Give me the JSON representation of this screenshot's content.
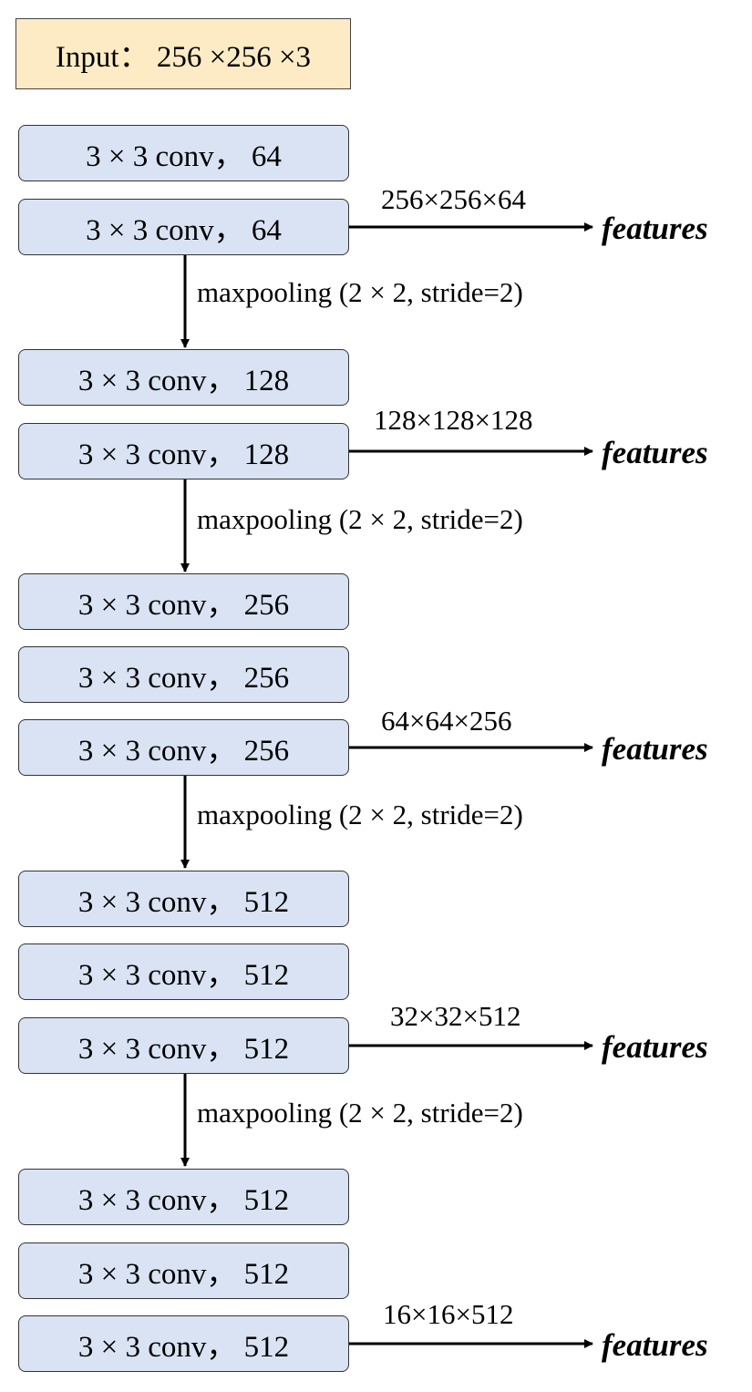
{
  "input": {
    "label": "Input： 256 ×256 ×3"
  },
  "stages": [
    {
      "layers": [
        "3 × 3 conv， 64",
        "3 × 3 conv， 64"
      ],
      "output_dim": "256×256×64",
      "output_label": "features",
      "pool": "maxpooling (2 × 2,  stride=2)"
    },
    {
      "layers": [
        "3 × 3 conv， 128",
        "3 × 3 conv， 128"
      ],
      "output_dim": "128×128×128",
      "output_label": "features",
      "pool": "maxpooling (2 × 2,  stride=2)"
    },
    {
      "layers": [
        "3 × 3 conv， 256",
        "3 × 3 conv， 256",
        "3 × 3 conv， 256"
      ],
      "output_dim": "64×64×256",
      "output_label": "features",
      "pool": "maxpooling (2 × 2,  stride=2)"
    },
    {
      "layers": [
        "3 × 3 conv， 512",
        "3 × 3 conv， 512",
        "3 × 3 conv， 512"
      ],
      "output_dim": "32×32×512",
      "output_label": "features",
      "pool": "maxpooling (2 × 2,  stride=2)"
    },
    {
      "layers": [
        "3 × 3 conv， 512",
        "3 × 3 conv， 512",
        "3 × 3 conv， 512"
      ],
      "output_dim": "16×16×512",
      "output_label": "features"
    }
  ],
  "colors": {
    "input_fill": "#fdebc5",
    "conv_fill": "#d9e3f3",
    "stroke": "#333333"
  }
}
